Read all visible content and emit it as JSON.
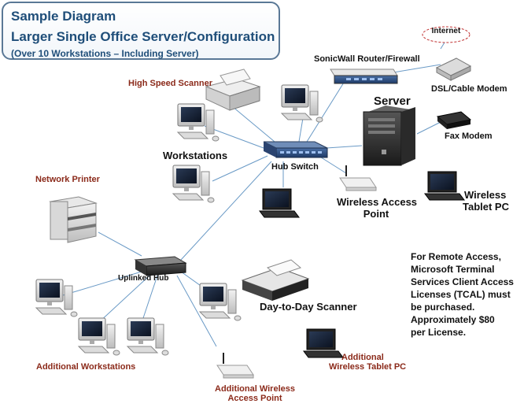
{
  "title": {
    "line1": "Sample Diagram",
    "line2": "Larger Single Office Server/Configuration",
    "line3": "(Over 10 Workstations – Including Server)"
  },
  "labels": {
    "internet": "Internet",
    "router": "SonicWall Router/Firewall",
    "modem": "DSL/Cable Modem",
    "server": "Server",
    "fax_modem": "Fax Modem",
    "high_speed_scanner": "High Speed Scanner",
    "workstations": "Workstations",
    "hub_switch": "Hub Switch",
    "wireless_ap_line1": "Wireless Access",
    "wireless_ap_line2": "Point",
    "wireless_tablet_line1": "Wireless",
    "wireless_tablet_line2": "Tablet PC",
    "network_printer": "Network Printer",
    "uplinked_hub": "Uplinked Hub",
    "day_scanner": "Day-to-Day Scanner",
    "additional_workstations": "Additional Workstations",
    "additional_ap_line1": "Additional Wireless",
    "additional_ap_line2": "Access Point",
    "additional_tablet_line1": "Additional",
    "additional_tablet_line2": "Wireless Tablet PC"
  },
  "note": "For Remote Access,\nMicrosoft Terminal\nServices Client Access\nLicenses (TCAL) must\nbe purchased.\nApproximately $80\nper License.",
  "colors": {
    "title_text": "#1f4e79",
    "link_line": "#6a9ac6",
    "red_label": "#8b2a1a",
    "cloud_border": "#c03030"
  }
}
